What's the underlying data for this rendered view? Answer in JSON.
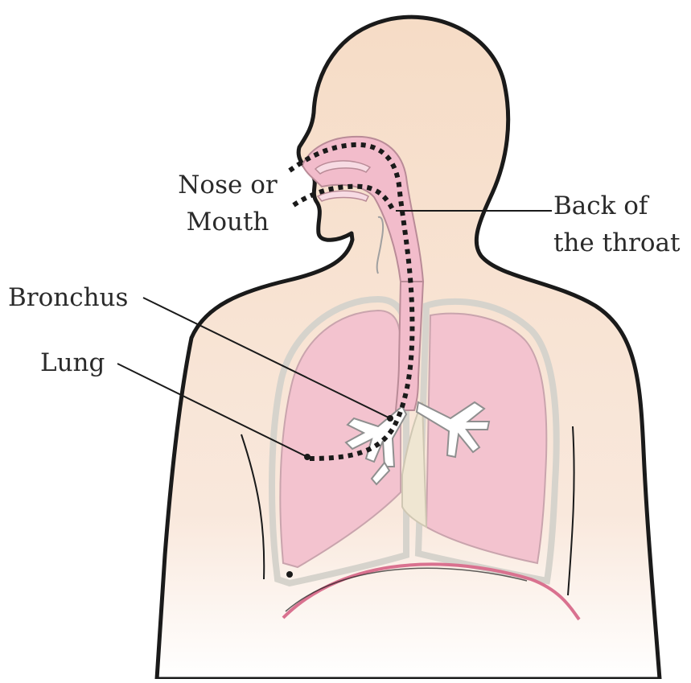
{
  "labels": {
    "nose_or_mouth": [
      "Nose or",
      "Mouth"
    ],
    "back_of_throat": [
      "Back of",
      "the throat"
    ],
    "bronchus": "Bronchus",
    "lung": "Lung"
  },
  "colors": {
    "skin": "#f6dfcc",
    "lung": "#f3c3cf",
    "airway": "#f2bccb",
    "outline": "#1a1a1a",
    "pleura": "#d9d6cf",
    "diaphragm": "#d9718f"
  }
}
